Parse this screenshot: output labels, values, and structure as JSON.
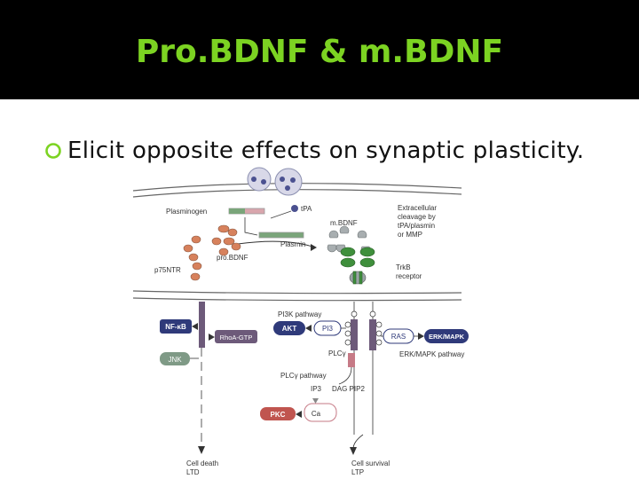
{
  "title": "Pro.BDNF & m.BDNF",
  "bullet": {
    "text": "Elicit opposite effects on synaptic plasticity."
  },
  "diagram": {
    "labels": {
      "plasminogen": "Plasminogen",
      "tpa": "tPA",
      "mbdnf": "m.BDNF",
      "extracellular_1": "Extracellular",
      "extracellular_2": "cleavage by",
      "extracellular_3": "tPA/plasmin",
      "extracellular_4": "or MMP",
      "plasmin": "Plasmin",
      "probdnf": "pro.BDNF",
      "p75ntr": "p75NTR",
      "trkb_1": "TrkB",
      "trkb_2": "receptor",
      "pi3k_pathway": "PI3K pathway",
      "nfkb": "NF-κB",
      "akt": "AKT",
      "pi3": "PI3",
      "ras": "RAS",
      "erk_mapk": "ERK/MAPK",
      "rhoa": "RhoA-GTP",
      "jnk": "JNK",
      "plcg": "PLCγ",
      "erk_pathway": "ERK/MAPK pathway",
      "plcg_pathway": "PLCγ pathway",
      "ip3": "IP3",
      "dag": "DAG PIP2",
      "pkc": "PKC",
      "ca": "Ca",
      "cell_death_1": "Cell death",
      "cell_death_2": "LTD",
      "cell_survival_1": "Cell survival",
      "cell_survival_2": "LTP"
    }
  },
  "colors": {
    "title": "#7cd322",
    "title_bg": "#000000",
    "bullet_ring": "#7cd322",
    "green": "#3f8f3c",
    "navy": "#2f3a7a",
    "purple": "#6d5a7a",
    "salmon": "#d7815c",
    "pink": "#c67a86"
  }
}
